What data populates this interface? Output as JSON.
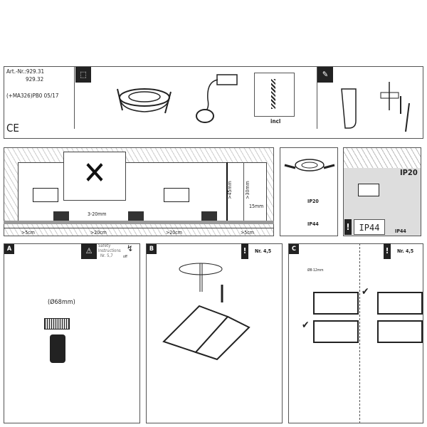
{
  "header": {
    "article_label": "Art.-Nr.:929.31",
    "article_second": "929.32",
    "batch_code": "(+MA326)PB0 05/17",
    "ce_mark": "CE",
    "incl_label": "incl"
  },
  "installation": {
    "dim_5cm_left": ">5cm",
    "dim_20cm_a": ">20cm",
    "dim_20cm_b": ">20cm",
    "dim_5cm_right": ">5cm",
    "dim_gap": "3-20mm",
    "dim_45mm": ">45mm",
    "dim_30mm": ">30mm",
    "dim_15mm": "15mm",
    "ip20": "IP20",
    "ip44": "IP44",
    "ip20_right": "IP20",
    "ip44_box": "IP44",
    "ip44_under": "IP44"
  },
  "panels": [
    {
      "letter": "A",
      "safety_title": "Safety",
      "safety_sub": "Instructions",
      "safety_ref": "Nr. 5,7",
      "off_label": "off",
      "diameter": "(Ø68mm)"
    },
    {
      "letter": "B",
      "ref": "Nr. 4,5"
    },
    {
      "letter": "C",
      "ref": "Nr. 4,5",
      "cable_dim": "Ø8-12mm"
    }
  ]
}
